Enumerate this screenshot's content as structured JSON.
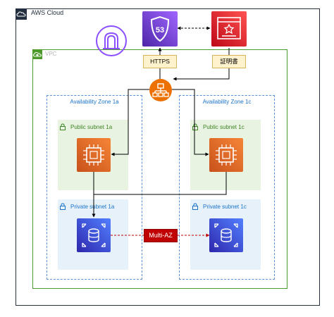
{
  "cloud": {
    "title": "AWS Cloud",
    "icon": "aws-cloud-icon"
  },
  "vpc": {
    "title": "VPC",
    "icon": "vpc-cloud-icon"
  },
  "top_services": {
    "route53": {
      "icon": "route53-icon",
      "text": "53"
    },
    "certificate_manager": {
      "icon": "certificate-manager-icon"
    },
    "internet_gateway": {
      "icon": "internet-gateway-icon"
    }
  },
  "labels": {
    "https": "HTTPS",
    "certificate": "証明書",
    "multi_az": "Multi-AZ"
  },
  "load_balancer": {
    "icon": "load-balancer-icon"
  },
  "zones": [
    {
      "title": "Availability Zone 1a",
      "public_subnet": "Public subnet 1a",
      "private_subnet": "Private subnet 1a"
    },
    {
      "title": "Availability Zone 1c",
      "public_subnet": "Public subnet 1c",
      "private_subnet": "Private subnet 1c"
    }
  ],
  "colors": {
    "ec2": "#ed7100",
    "rds": "#3b48cc",
    "route53": "#8c4fff",
    "certificate_manager": "#dd344c",
    "public_subnet": "#e8f3e2",
    "private_subnet": "#e6f1f9",
    "vpc_border": "#4c9a2a",
    "az_border": "#5b8fd6",
    "multi_az": "#c00000"
  }
}
